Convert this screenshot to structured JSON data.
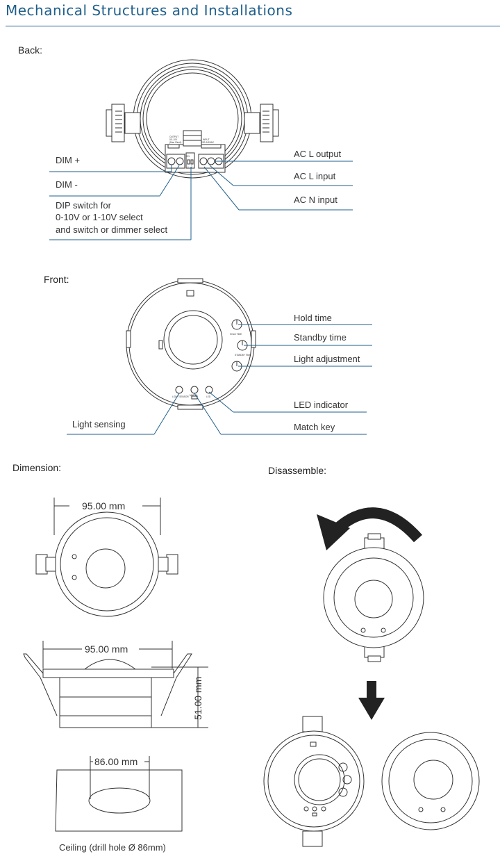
{
  "header": {
    "title": "Mechanical Structures and Installations"
  },
  "sections": {
    "back": "Back:",
    "front": "Front:",
    "dimension": "Dimension:",
    "disassemble": "Disassemble:"
  },
  "back_labels": {
    "dim_plus": "DIM +",
    "dim_minus": "DIM -",
    "dip_line1": "DIP switch for",
    "dip_line2": "0-10V or 1-10V select",
    "dip_line3": "and switch or dimmer select",
    "ac_l_output": "AC L output",
    "ac_l_input": "AC L input",
    "ac_n_input": "AC N input"
  },
  "back_terminal_text": {
    "output": "OUTPUT",
    "output_range": "0/1-10V",
    "output_max": "(Max 10mA)",
    "input": "INPUT",
    "input_range": "220-240VAC",
    "on": "ON",
    "dip_1": "1",
    "dip_2": "2"
  },
  "front_labels": {
    "hold_time": "Hold time",
    "standby_time": "Standby time",
    "light_adjustment": "Light adjustment",
    "led_indicator": "LED indicator",
    "match_key": "Match key",
    "light_sensing": "Light sensing"
  },
  "front_small_text": {
    "hold": "HOLD TIME",
    "standby": "STANDBY TIME",
    "light_sensor": "LIGHT SENSOR",
    "match": "MATCH",
    "led": "LED"
  },
  "dimensions": {
    "width_top": "95.00 mm",
    "width_side": "95.00 mm",
    "height": "51.00 mm",
    "hole": "86.00 mm",
    "ceiling_caption": "Ceiling (drill hole Ø 86mm)"
  }
}
